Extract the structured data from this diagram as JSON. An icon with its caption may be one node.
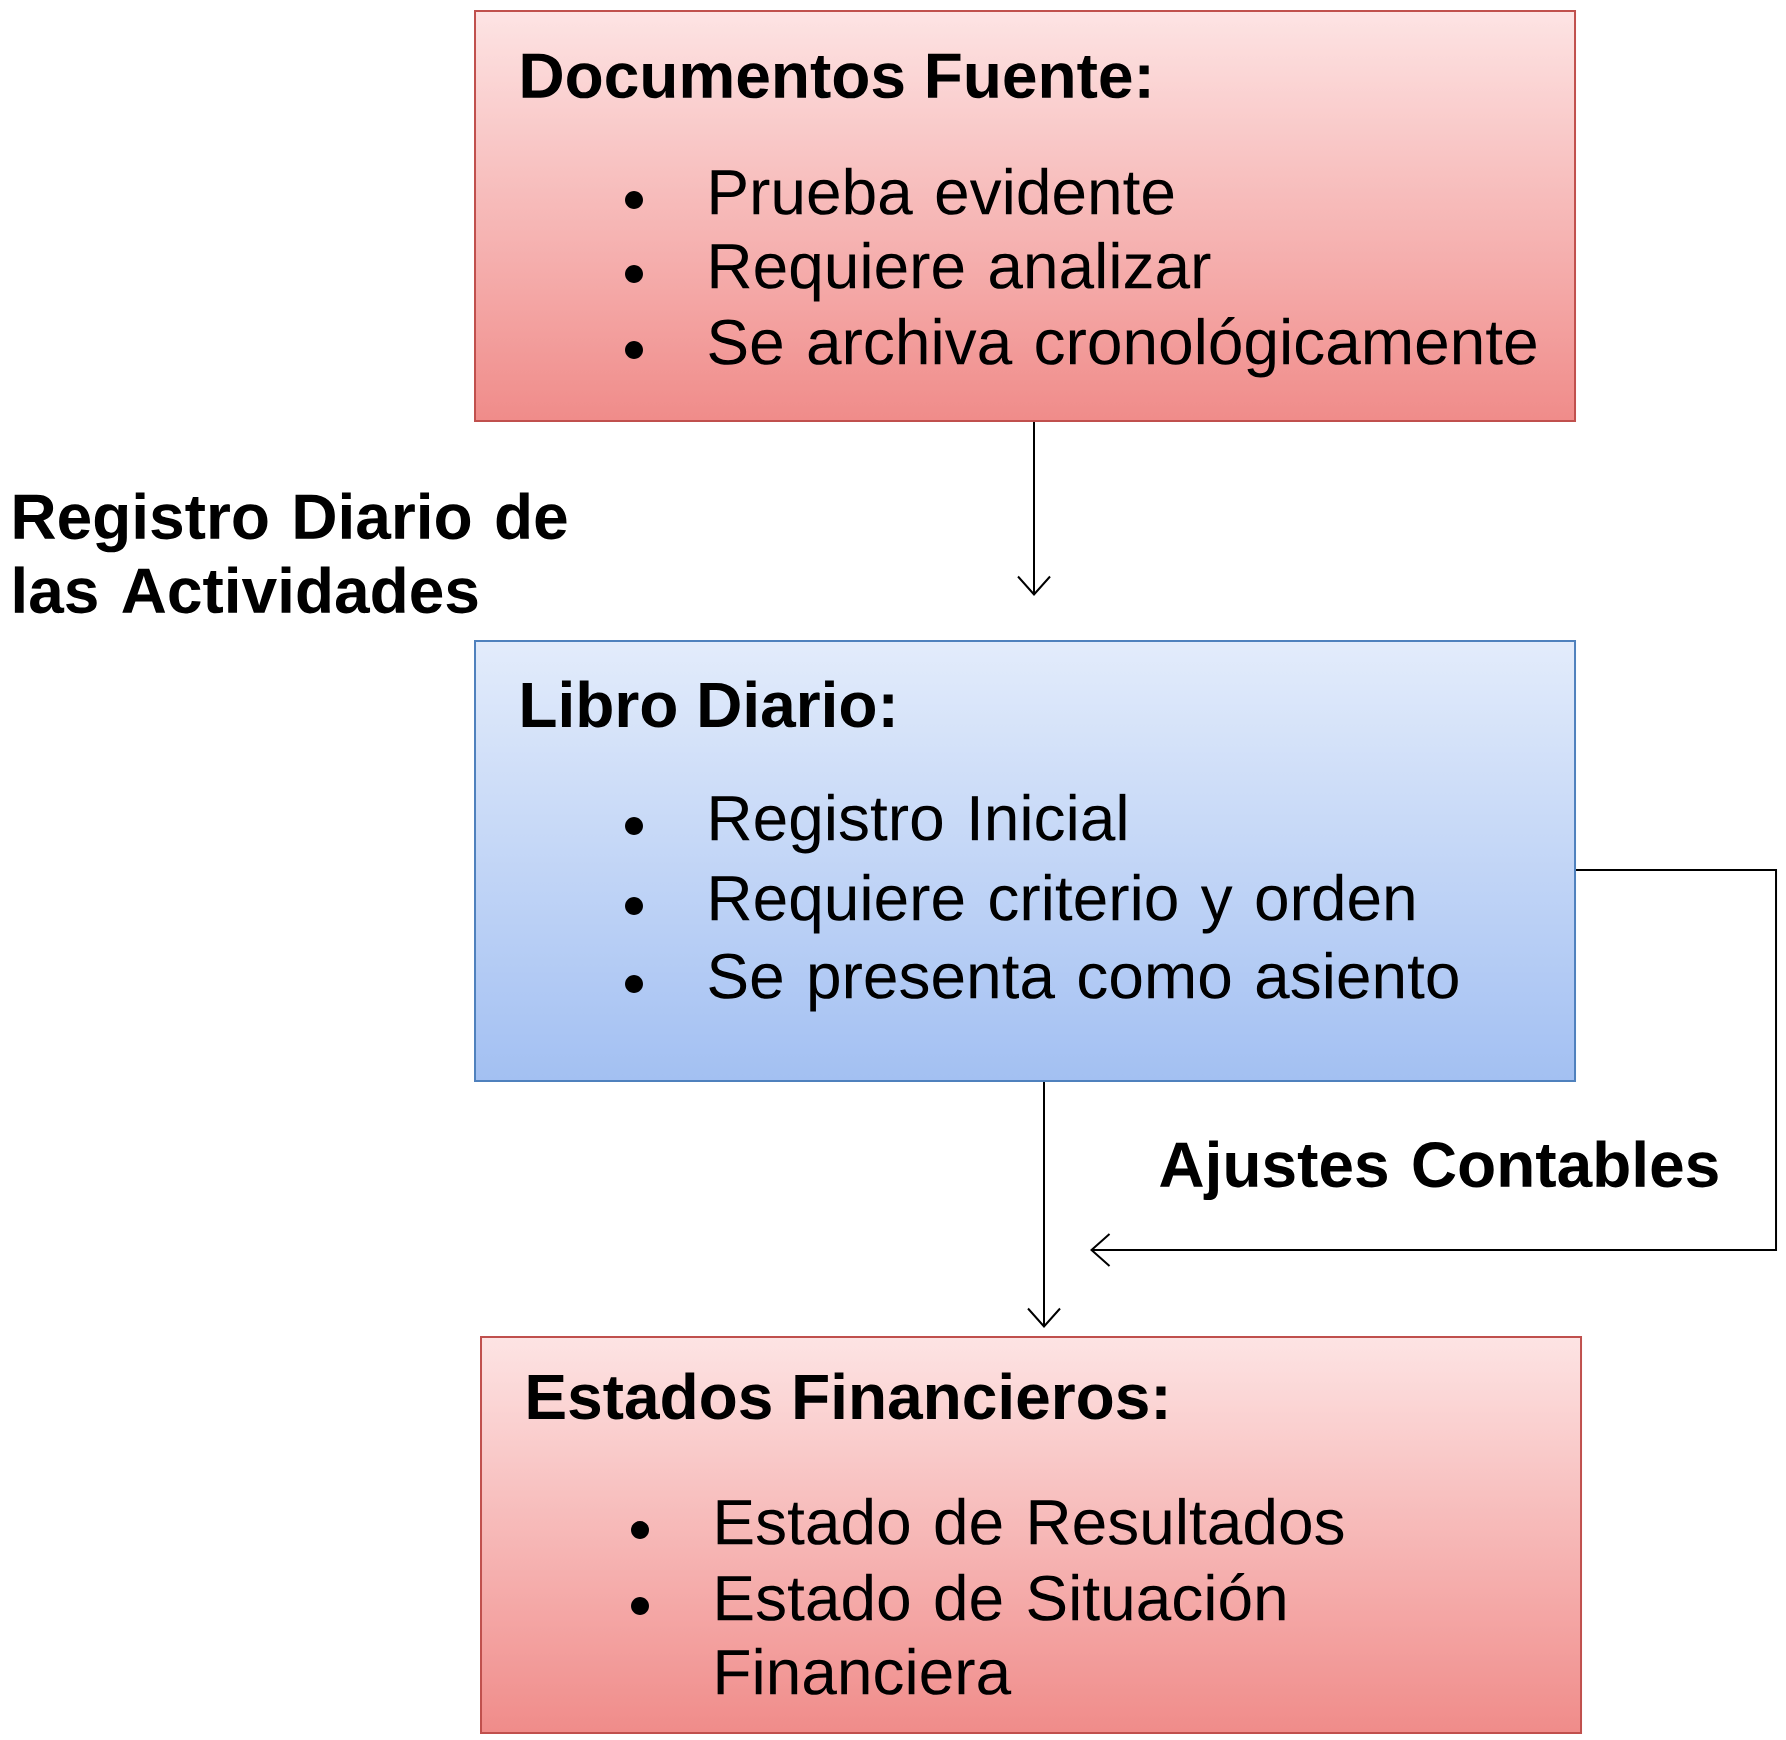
{
  "diagram": {
    "nodes": [
      {
        "text": [
          "Documentos Fuente:",
          "Prueba evidente",
          "Requiere analizar",
          "Se archiva cronológicamente"
        ]
      },
      {
        "text": [
          "Libro Diario:",
          "Registro Inicial",
          "Requiere criterio y orden",
          "Se presenta como asiento"
        ]
      },
      {
        "text": [
          "Estados Financieros:",
          "Estado de Resultados",
          "Estado de Situación Financiera"
        ]
      }
    ],
    "edges": [
      {
        "from": 0,
        "to": 1,
        "arrow": "to"
      },
      {
        "from": 1,
        "to": 2,
        "arrow": "to"
      },
      {
        "from": 1,
        "to": null,
        "arrow": "to",
        "label": "Ajustes Contables"
      }
    ],
    "labels": [
      "Registro Diario de las Actividades"
    ]
  }
}
